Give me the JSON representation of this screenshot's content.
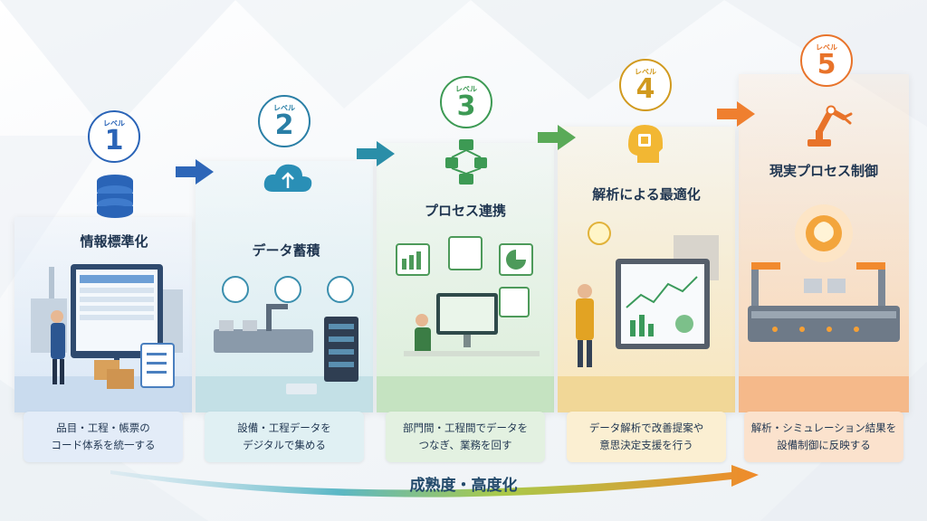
{
  "levels": [
    {
      "label": "レベル",
      "number": "1",
      "title": "情報標準化",
      "desc": [
        "品目・工程・帳票の",
        "コード体系を統一する"
      ],
      "color": "#2a64b7",
      "icon": "database-icon"
    },
    {
      "label": "レベル",
      "number": "2",
      "title": "データ蓄積",
      "desc": [
        "設備・工程データを",
        "デジタルで集める"
      ],
      "color": "#2a7fa6",
      "icon": "cloud-upload-icon"
    },
    {
      "label": "レベル",
      "number": "3",
      "title": "プロセス連携",
      "desc": [
        "部門間・工程間でデータを",
        "つなぎ、業務を回す"
      ],
      "color": "#3d9a54",
      "icon": "workflow-network-icon"
    },
    {
      "label": "レベル",
      "number": "4",
      "title": "解析による最適化",
      "desc": [
        "データ解析で改善提案や",
        "意思決定支援を行う"
      ],
      "color": "#d19a1f",
      "icon": "ai-head-chip-icon"
    },
    {
      "label": "レベル",
      "number": "5",
      "title": "現実プロセス制御",
      "desc": [
        "解析・シミュレーション結果を",
        "設備制御に反映する"
      ],
      "color": "#e8732a",
      "icon": "robot-arm-icon"
    }
  ],
  "maturity_label": "成熟度・高度化",
  "colors": {
    "level1": "#2a64b7",
    "level2": "#2a7fa6",
    "level3": "#3d9a54",
    "level4": "#d19a1f",
    "level5": "#e8732a"
  }
}
